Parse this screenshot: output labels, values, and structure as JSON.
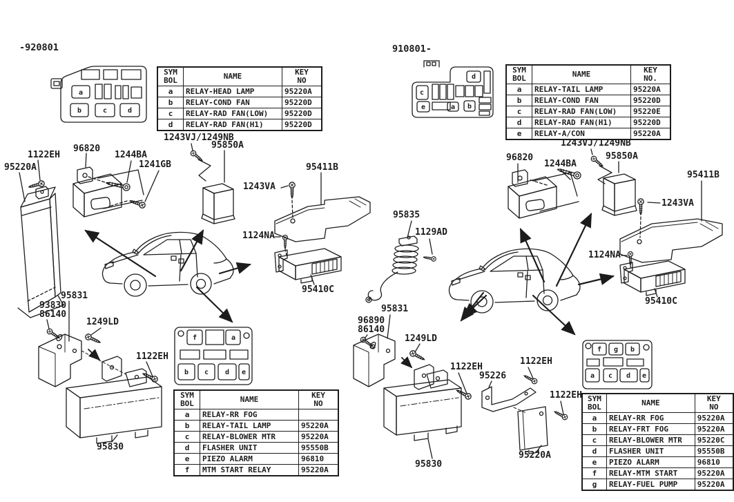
{
  "left": {
    "section_code": "-920801",
    "fusebox_letters": [
      "a",
      "b",
      "c",
      "d"
    ],
    "top_table": {
      "header": {
        "sym": "SYM\nBOL",
        "name": "NAME",
        "key": "KEY\nNO"
      },
      "rows": [
        {
          "sym": "a",
          "name": "RELAY-HEAD LAMP",
          "key": "95220A"
        },
        {
          "sym": "b",
          "name": "RELAY-COND FAN",
          "key": "95220D"
        },
        {
          "sym": "c",
          "name": "RELAY-RAD FAN(LOW)",
          "key": "95220D"
        },
        {
          "sym": "d",
          "name": "RELAY-RAD FAN(H1)",
          "key": "95220D"
        }
      ]
    },
    "callouts": {
      "bolt_1122eh_top": "1122EH",
      "relay_95220a": "95220A",
      "module_96820": "96820",
      "bolt_1244ba": "1244BA",
      "bolt_1241gb": "1241GB",
      "screw_1243vj": "1243VJ/1249NB",
      "relay_95850a": "95850A",
      "screw_1243va": "1243VA",
      "cover_95411b": "95411B",
      "screw_1124na": "1124NA",
      "module_95410c": "95410C",
      "bracket_95831": "95831",
      "part_93830": "93830",
      "part_86140": "86140",
      "screw_1249ld": "1249LD",
      "bolt_1122eh_lower": "1122EH",
      "module_95830": "95830"
    },
    "panel_letters": [
      "f",
      "a",
      "b",
      "c",
      "d",
      "e"
    ],
    "bottom_table": {
      "header": {
        "sym": "SYM\nBOL",
        "name": "NAME",
        "key": "KEY\nNO"
      },
      "rows": [
        {
          "sym": "a",
          "name": "RELAY-RR FOG",
          "key": ""
        },
        {
          "sym": "b",
          "name": "RELAY-TAIL LAMP",
          "key": "95220A"
        },
        {
          "sym": "c",
          "name": "RELAY-BLOWER MTR",
          "key": "95220A"
        },
        {
          "sym": "d",
          "name": "FLASHER UNIT",
          "key": "95550B"
        },
        {
          "sym": "e",
          "name": "PIEZO ALARM",
          "key": "96810"
        },
        {
          "sym": "f",
          "name": "MTM START RELAY",
          "key": "95220A"
        }
      ]
    }
  },
  "right": {
    "section_code": "910801-",
    "fusebox_letters": [
      "c",
      "d",
      "e",
      "a",
      "b"
    ],
    "top_table": {
      "header": {
        "sym": "SYM\nBOL",
        "name": "NAME",
        "key": "KEY\nNO."
      },
      "rows": [
        {
          "sym": "a",
          "name": "RELAY-TAIL LAMP",
          "key": "95220A"
        },
        {
          "sym": "b",
          "name": "RELAY-COND FAN",
          "key": "95220D"
        },
        {
          "sym": "c",
          "name": "RELAY-RAD FAN(LOW)",
          "key": "95220E"
        },
        {
          "sym": "d",
          "name": "RELAY-RAD FAN(H1)",
          "key": "95220D"
        },
        {
          "sym": "e",
          "name": "RELAY-A/CON",
          "key": "95220A"
        }
      ]
    },
    "callouts": {
      "screw_1243vj": "1243VJ/1249NB",
      "module_96820": "96820",
      "bolt_1244ba": "1244BA",
      "relay_95850a": "95850A",
      "cover_95411b": "95411B",
      "screw_1243va": "1243VA",
      "coil_95835": "95835",
      "screw_1129ad": "1129AD",
      "screw_1124na": "1124NA",
      "module_95410c": "95410C",
      "bracket_95831": "95831",
      "part_96890": "96890",
      "part_86140": "86140",
      "screw_1249ld": "1249LD",
      "bolt_1122eh_a": "1122EH",
      "bracket_95226": "95226",
      "bolt_1122eh_b": "1122EH",
      "bolt_1122eh_c": "1122EH",
      "plate_95220a": "95220A",
      "module_95830": "95830"
    },
    "panel_letters": [
      "f",
      "g",
      "b",
      "a",
      "c",
      "d",
      "e"
    ],
    "bottom_table": {
      "header": {
        "sym": "SYM\nBOL",
        "name": "NAME",
        "key": "KEY\nNO"
      },
      "rows": [
        {
          "sym": "a",
          "name": "RELAY-RR FOG",
          "key": "95220A"
        },
        {
          "sym": "b",
          "name": "RELAY-FRT FOG",
          "key": "95220A"
        },
        {
          "sym": "c",
          "name": "RELAY-BLOWER MTR",
          "key": "95220C"
        },
        {
          "sym": "d",
          "name": "FLASHER UNIT",
          "key": "95550B"
        },
        {
          "sym": "e",
          "name": "PIEZO ALARM",
          "key": "96810"
        },
        {
          "sym": "f",
          "name": "RELAY-MTM START",
          "key": "95220A"
        },
        {
          "sym": "g",
          "name": "RELAY-FUEL PUMP",
          "key": "95220A"
        }
      ]
    }
  }
}
